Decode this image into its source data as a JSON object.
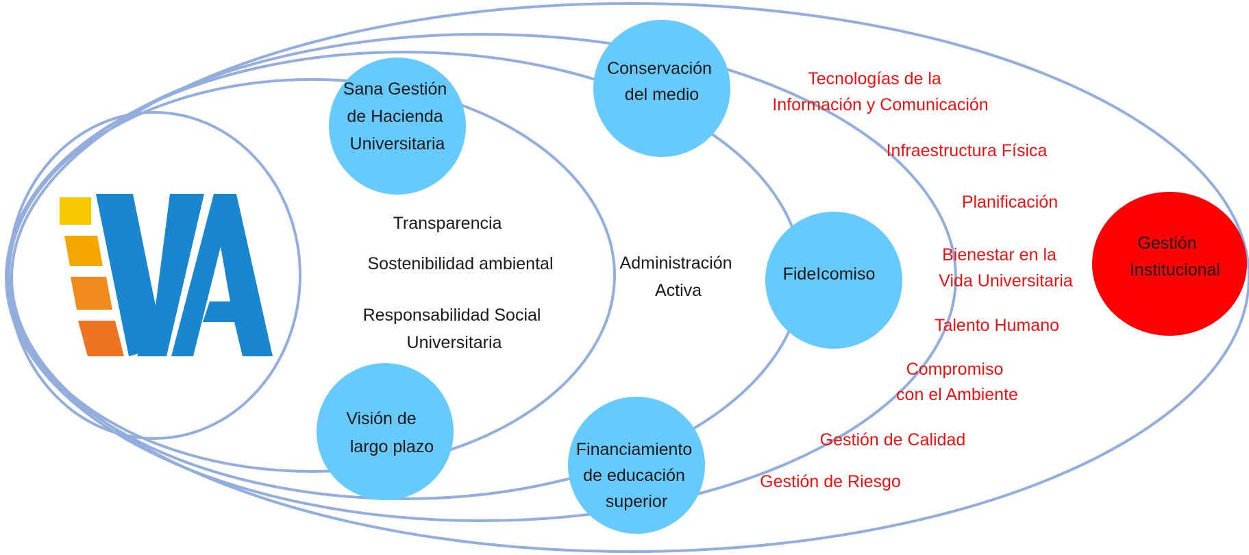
{
  "logo": {
    "text": "VA",
    "colors": {
      "stripes": [
        "#f8c800",
        "#f5a700",
        "#f08a1c",
        "#ed7420"
      ],
      "letters": "#1a86d0"
    }
  },
  "nodes": {
    "hacienda": {
      "lines": [
        "Sana Gestión",
        "de Hacienda",
        "Universitaria"
      ]
    },
    "conservacion": {
      "lines": [
        "Conservación",
        "del medio"
      ]
    },
    "fideicomiso": {
      "lines": [
        "FideIcomiso"
      ]
    },
    "vision": {
      "lines": [
        "Visión de",
        "largo plazo"
      ]
    },
    "financiamiento": {
      "lines": [
        "Financiamiento",
        "de educación",
        "superior"
      ]
    },
    "gestion": {
      "lines": [
        "Gestión",
        "Institucional"
      ]
    }
  },
  "values": {
    "transparencia": "Transparencia",
    "sostenibilidad": "Sostenibilidad ambiental",
    "responsabilidad": [
      "Responsabilidad Social",
      "Universitaria"
    ],
    "administracion": [
      "Administración",
      "Activa"
    ]
  },
  "areas": {
    "tic": [
      "Tecnologías de la",
      "Información y Comunicación"
    ],
    "infraestructura": "Infraestructura Física",
    "planificacion": "Planificación",
    "bienestar": [
      "Bienestar en la",
      "Vida Universitaria"
    ],
    "talento": "Talento Humano",
    "compromiso": [
      "Compromiso",
      "con el Ambiente"
    ],
    "calidad": "Gestión de Calidad",
    "riesgo": "Gestión de Riesgo"
  },
  "colors": {
    "ring": "#93aedc",
    "node": "#66caff",
    "accent": "#ff0000",
    "area_text": "#ee1111",
    "text": "#1a1a1a"
  }
}
